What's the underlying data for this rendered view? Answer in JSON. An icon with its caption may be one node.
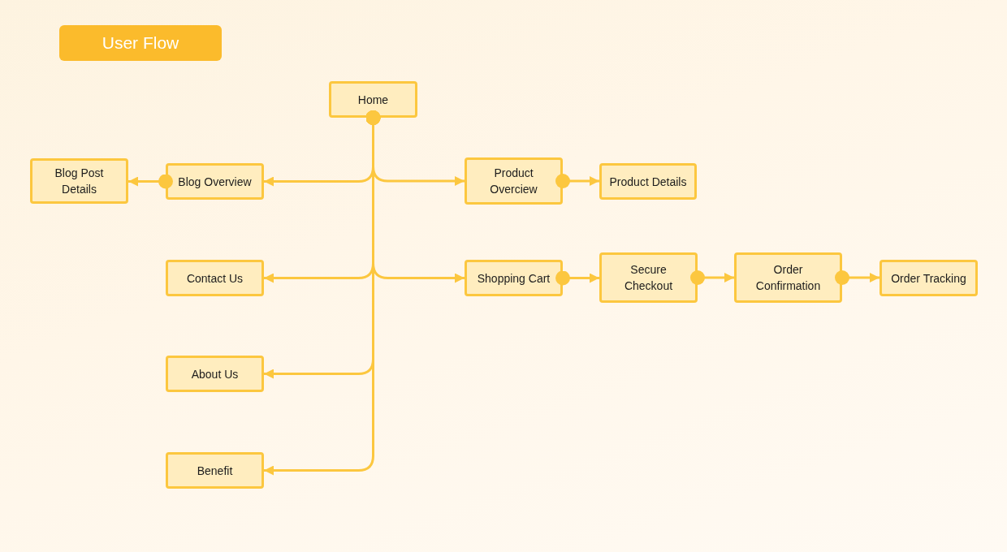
{
  "diagram": {
    "title": "User Flow",
    "nodes": [
      {
        "text": [
          "Home"
        ]
      },
      {
        "text": [
          "Blog Post Details"
        ]
      },
      {
        "text": [
          "Blog Overview"
        ]
      },
      {
        "text": [
          "Product Overciew"
        ]
      },
      {
        "text": [
          "Product Details"
        ]
      },
      {
        "text": [
          "Contact Us"
        ]
      },
      {
        "text": [
          "Shopping Cart"
        ]
      },
      {
        "text": [
          "Secure Checkout"
        ]
      },
      {
        "text": [
          "Order Confirmation"
        ]
      },
      {
        "text": [
          "Order Tracking"
        ]
      },
      {
        "text": [
          "About Us"
        ]
      },
      {
        "text": [
          "Benefit"
        ]
      }
    ],
    "edges": [
      {
        "from": 0,
        "to": 2,
        "arrow": "to"
      },
      {
        "from": 0,
        "to": 3,
        "arrow": "to"
      },
      {
        "from": 0,
        "to": 5,
        "arrow": "to"
      },
      {
        "from": 0,
        "to": 6,
        "arrow": "to"
      },
      {
        "from": 0,
        "to": 10,
        "arrow": "to"
      },
      {
        "from": 0,
        "to": 11,
        "arrow": "to"
      },
      {
        "from": 2,
        "to": 1,
        "arrow": "to"
      },
      {
        "from": 3,
        "to": 4,
        "arrow": "to"
      },
      {
        "from": 6,
        "to": 7,
        "arrow": "to"
      },
      {
        "from": 7,
        "to": 8,
        "arrow": "to"
      },
      {
        "from": 8,
        "to": 9,
        "arrow": "to"
      }
    ]
  }
}
